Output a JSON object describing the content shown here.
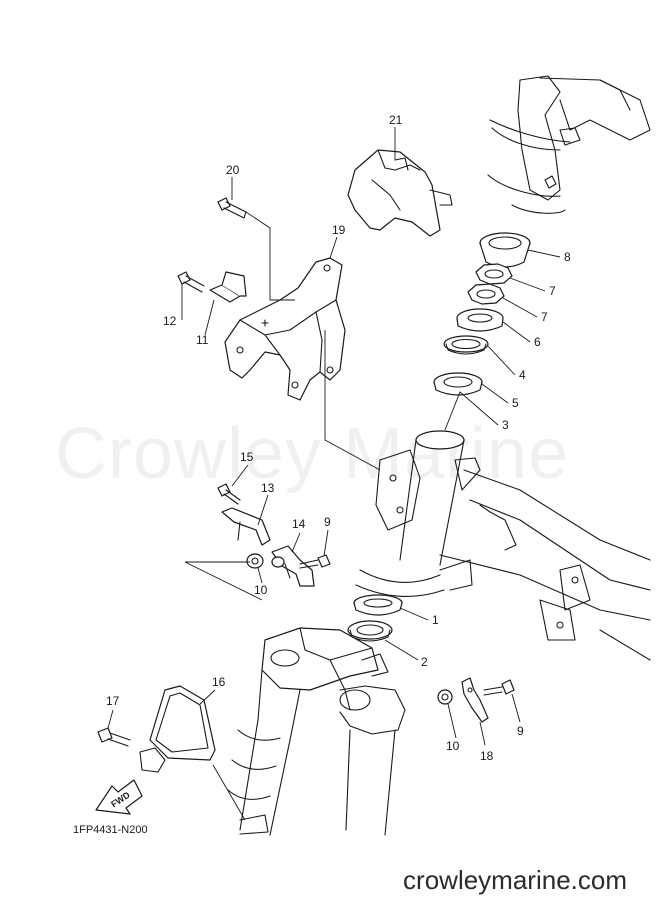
{
  "watermark": "Crowley Marine",
  "diagram_code": "1FP4431-N200",
  "fwd_label": "FWD",
  "footer_site": "crowleymarine.com",
  "colors": {
    "line": "#1a1a1a",
    "watermark": "#f0f0f0",
    "background": "#ffffff"
  },
  "callouts": {
    "c1": "1",
    "c2": "2",
    "c3": "3",
    "c4": "4",
    "c5": "5",
    "c6": "6",
    "c7a": "7",
    "c7b": "7",
    "c8": "8",
    "c9a": "9",
    "c9b": "9",
    "c10a": "10",
    "c10b": "10",
    "c11": "11",
    "c12": "12",
    "c13": "13",
    "c14": "14",
    "c15": "15",
    "c16": "16",
    "c17": "17",
    "c18": "18",
    "c19": "19",
    "c20": "20",
    "c21": "21"
  }
}
